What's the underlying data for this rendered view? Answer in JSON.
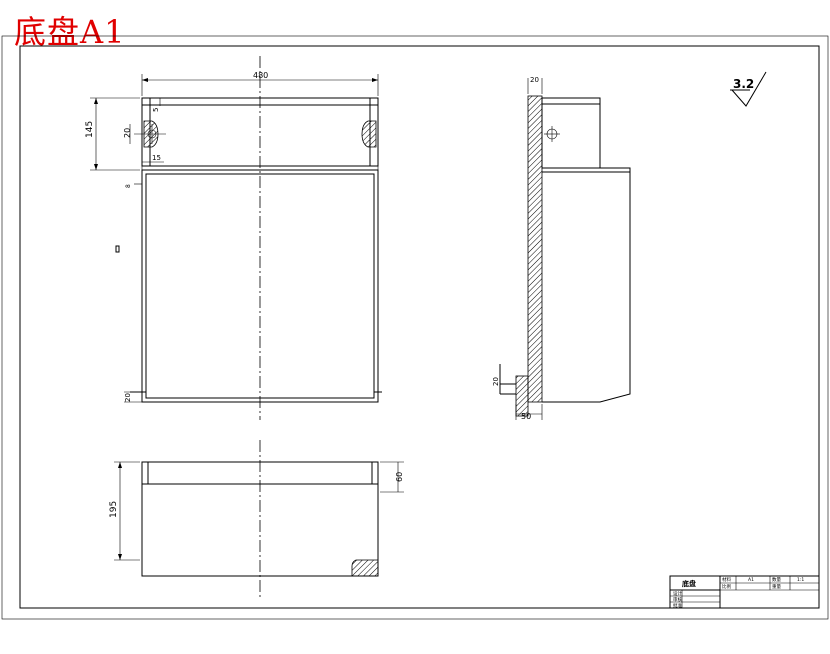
{
  "title": "底盘A1",
  "colors": {
    "title": "#e00000",
    "line": "#000000",
    "background": "#ffffff"
  },
  "dimensions": {
    "width_480": "480",
    "height_145": "145",
    "dia_20": "20",
    "val_5": "5",
    "val_15": "15",
    "val_8": "8",
    "val_20_bottom": "20",
    "height_195": "195",
    "depth_60": "60",
    "side_20_top": "20",
    "side_20_bottom": "20",
    "side_50": "50"
  },
  "roughness": {
    "value": "3.2"
  },
  "title_block": {
    "part_name": "底盘",
    "row_labels": [
      "设计",
      "审核",
      "批准"
    ],
    "mid_labels": [
      "材料",
      "比例"
    ],
    "mid_values": [
      "A1",
      ""
    ],
    "right_labels": [
      "数量",
      "重量"
    ],
    "right_values": [
      "1:1",
      ""
    ]
  }
}
